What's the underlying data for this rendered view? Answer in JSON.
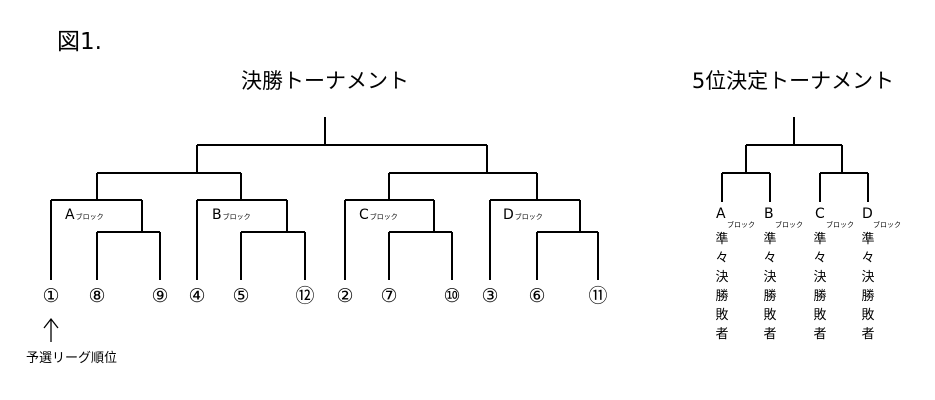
{
  "figure_label": "図1.",
  "main_bracket": {
    "title": "決勝トーナメント",
    "blocks": [
      {
        "letter": "A",
        "suffix": "ブロック",
        "seeds": [
          "①",
          "⑧",
          "⑨"
        ]
      },
      {
        "letter": "B",
        "suffix": "ブロック",
        "seeds": [
          "④",
          "⑤",
          "⑫"
        ]
      },
      {
        "letter": "C",
        "suffix": "ブロック",
        "seeds": [
          "②",
          "⑦",
          "⑩"
        ]
      },
      {
        "letter": "D",
        "suffix": "ブロック",
        "seeds": [
          "③",
          "⑥",
          "⑪"
        ]
      }
    ],
    "note": "予選リーグ順位"
  },
  "fifth_bracket": {
    "title": "5位決定トーナメント",
    "entries": [
      {
        "letter": "A",
        "suffix": "ブロック",
        "desc": [
          "準",
          "々",
          "決",
          "勝",
          "敗",
          "者"
        ]
      },
      {
        "letter": "B",
        "suffix": "ブロック",
        "desc": [
          "準",
          "々",
          "決",
          "勝",
          "敗",
          "者"
        ]
      },
      {
        "letter": "C",
        "suffix": "ブロック",
        "desc": [
          "準",
          "々",
          "決",
          "勝",
          "敗",
          "者"
        ]
      },
      {
        "letter": "D",
        "suffix": "ブロック",
        "desc": [
          "準",
          "々",
          "決",
          "勝",
          "敗",
          "者"
        ]
      }
    ]
  }
}
